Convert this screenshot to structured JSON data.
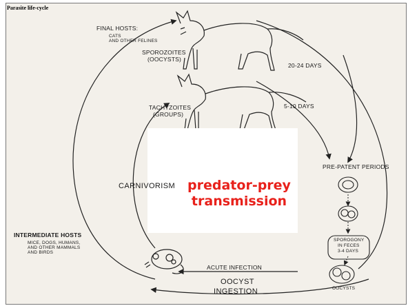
{
  "slide": {
    "title": "Parasite life-cycle"
  },
  "labels": {
    "final_hosts": "FINAL HOSTS:",
    "final_hosts_detail": "CATS",
    "final_hosts_detail2": "AND OTHER FELINES",
    "sporozoites": "SPOROZOITES",
    "sporozoites_sub": "(OOCYSTS)",
    "days_20_24": "20-24 DAYS",
    "tachyzoites": "TACHYZOITES",
    "tachyzoites_sub": "(GROUPS)",
    "days_5_10": "5-10 DAYS",
    "pre_patent": "PRE-PATENT PERIODS",
    "carnivorism": "CARNIVORISM",
    "intermediate_hosts": "INTERMEDIATE HOSTS",
    "intermediate_detail_1": "MICE, DOGS, HUMANS,",
    "intermediate_detail_2": "AND OTHER MAMMALS",
    "intermediate_detail_3": "AND BIRDS",
    "sporogony_1": "SPOROGONY",
    "sporogony_2": "IN FECES",
    "sporogony_3": "3-4 DAYS",
    "acute_infection": "ACUTE INFECTION",
    "oocyst_ingestion_1": "OOCYST",
    "oocyst_ingestion_2": "INGESTION",
    "oocysts": "OOCYSTS"
  },
  "overlay": {
    "line1": "predator-prey",
    "line2": "transmission",
    "color": "#e8211b"
  },
  "icons": [
    "cat-top-figure",
    "cat-middle-figure",
    "mouse-figure",
    "oocyst-stage-icons"
  ]
}
